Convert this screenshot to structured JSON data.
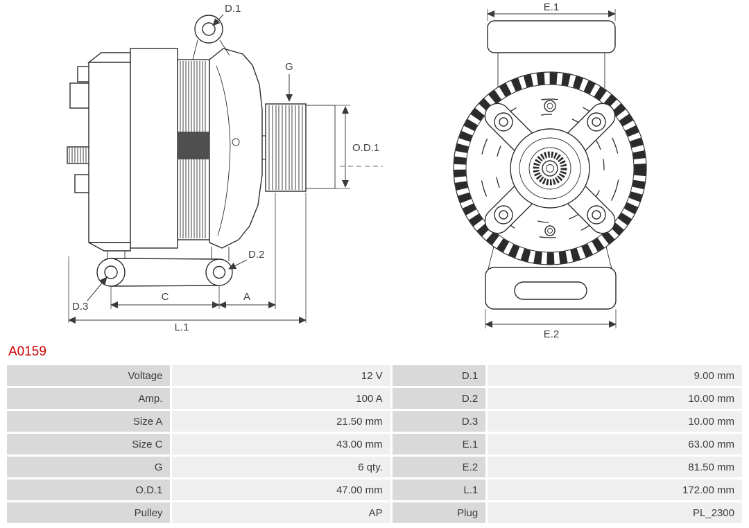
{
  "part": {
    "number": "A0159",
    "number_color": "#cc0000"
  },
  "diagram": {
    "labels": {
      "d1": "D.1",
      "g": "G",
      "od1": "O.D.1",
      "d2": "D.2",
      "d3": "D.3",
      "c": "C",
      "a": "A",
      "l1": "L.1",
      "e1": "E.1",
      "e2": "E.2"
    }
  },
  "spec_table": {
    "colors": {
      "label_bg": "#d9d9d9",
      "value_bg": "#efefef",
      "text": "#3c3c3c"
    },
    "rows": [
      {
        "label1": "Voltage",
        "value1": "12 V",
        "label2": "D.1",
        "value2": "9.00 mm"
      },
      {
        "label1": "Amp.",
        "value1": "100 A",
        "label2": "D.2",
        "value2": "10.00 mm"
      },
      {
        "label1": "Size A",
        "value1": "21.50 mm",
        "label2": "D.3",
        "value2": "10.00 mm"
      },
      {
        "label1": "Size C",
        "value1": "43.00 mm",
        "label2": "E.1",
        "value2": "63.00 mm"
      },
      {
        "label1": "G",
        "value1": "6 qty.",
        "label2": "E.2",
        "value2": "81.50 mm"
      },
      {
        "label1": "O.D.1",
        "value1": "47.00 mm",
        "label2": "L.1",
        "value2": "172.00 mm"
      },
      {
        "label1": "Pulley",
        "value1": "AP",
        "label2": "Plug",
        "value2": "PL_2300"
      }
    ]
  }
}
